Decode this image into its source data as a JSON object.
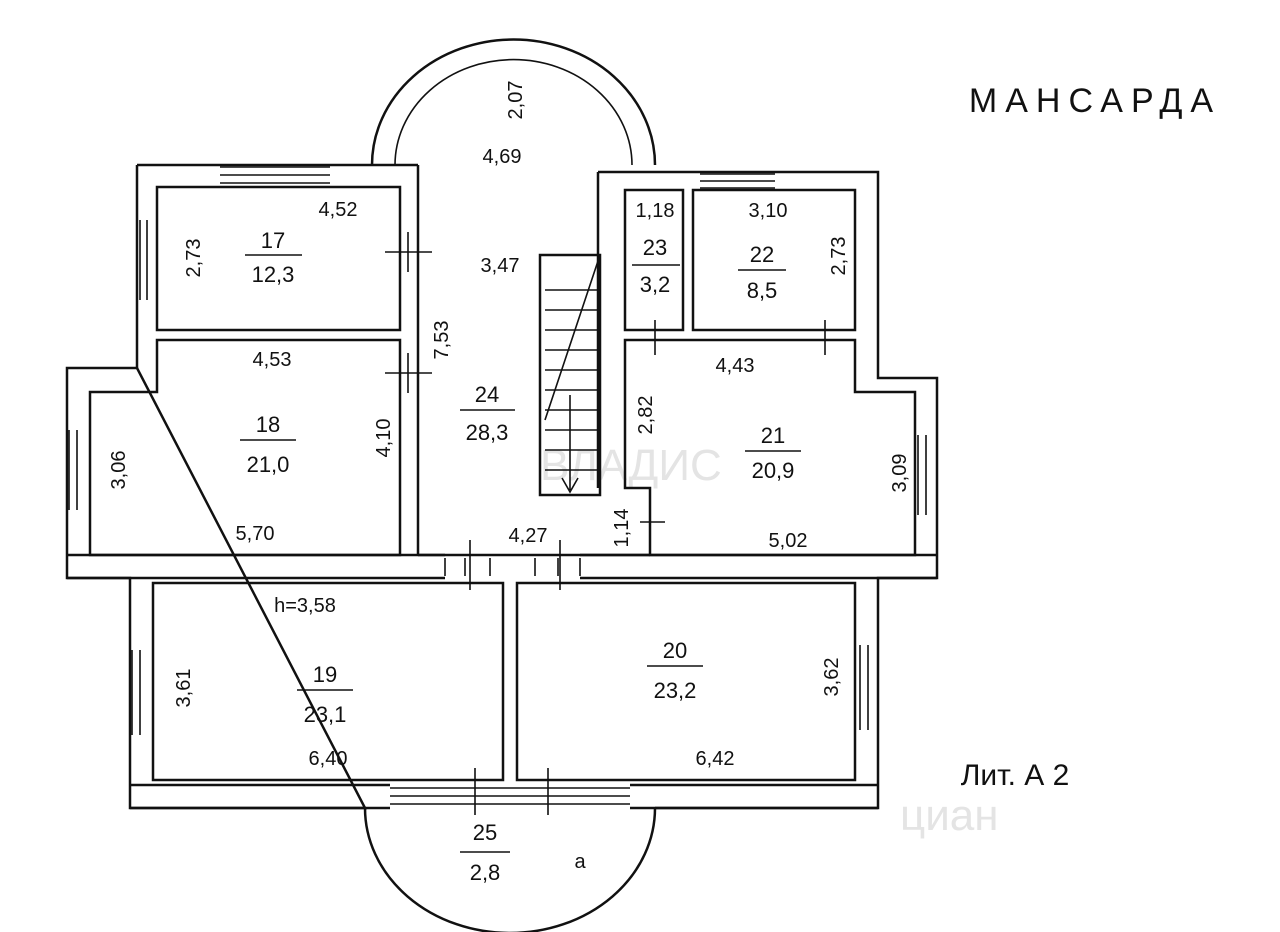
{
  "title": "МАНСАРДА",
  "lit": "Лит. А 2",
  "ceiling_height": "h=3,58",
  "watermarks": [
    "ВЛАДИС",
    "циан"
  ],
  "rooms": [
    {
      "num": "17",
      "area": "12,3"
    },
    {
      "num": "18",
      "area": "21,0"
    },
    {
      "num": "19",
      "area": "23,1"
    },
    {
      "num": "20",
      "area": "23,2"
    },
    {
      "num": "21",
      "area": "20,9"
    },
    {
      "num": "22",
      "area": "8,5"
    },
    {
      "num": "23",
      "area": "3,2"
    },
    {
      "num": "24",
      "area": "28,3"
    },
    {
      "num": "25",
      "area": "2,8"
    }
  ],
  "dimensions": {
    "apse_depth": "2,07",
    "apse_width": "4,69",
    "r17_w": "4,52",
    "r17_h": "2,73",
    "r18_w_top": "4,53",
    "r18_h_left": "3,06",
    "r18_h_right": "4,10",
    "r18_w_bottom": "5,70",
    "r24_w": "3,47",
    "r24_len": "7,53",
    "r24_bottom": "4,27",
    "r23_w": "1,18",
    "r22_w": "3,10",
    "r22_h": "2,73",
    "r21_w_top": "4,43",
    "r21_h_left": "2,82",
    "r21_h_right": "3,09",
    "r21_w_bottom": "5,02",
    "r21_notch": "1,14",
    "r19_h": "3,61",
    "r19_w": "6,40",
    "r20_h": "3,62",
    "r20_w": "6,42"
  },
  "balcony_label": "а"
}
